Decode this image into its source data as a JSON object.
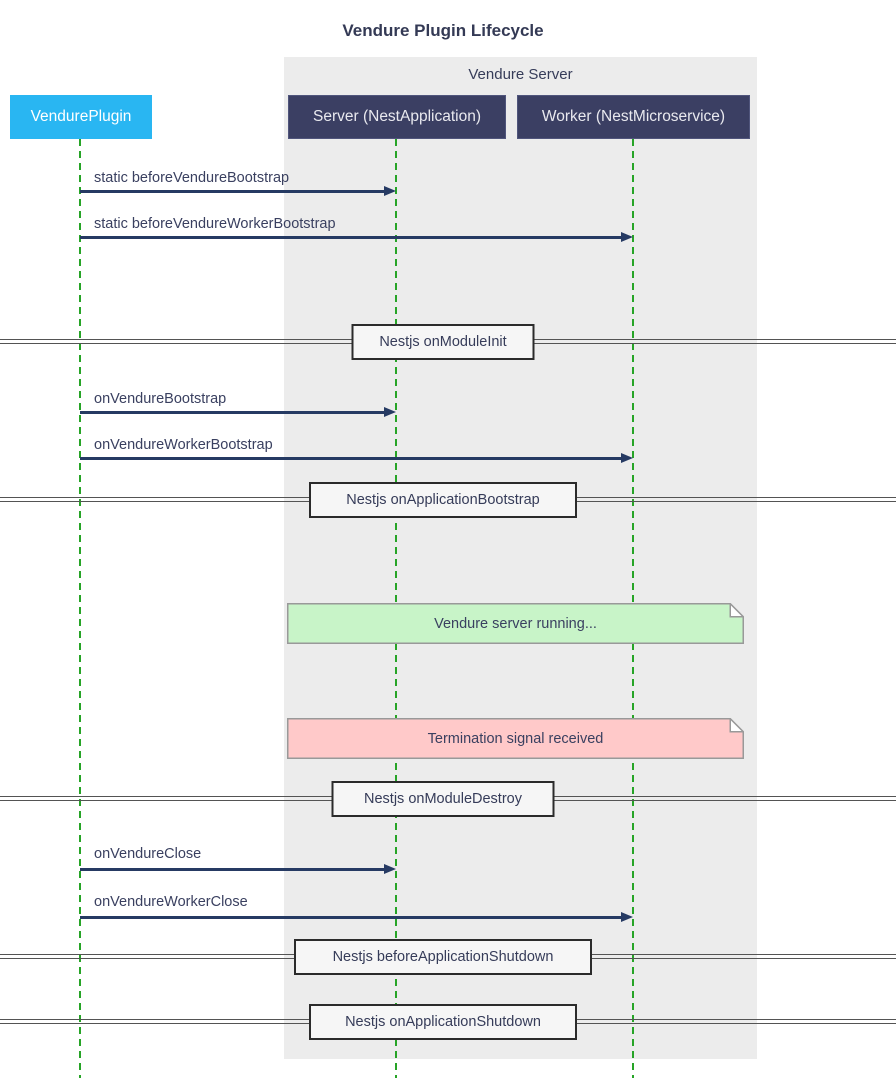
{
  "title": "Vendure Plugin Lifecycle",
  "group": {
    "label": "Vendure Server"
  },
  "actors": [
    {
      "label": "VendurePlugin"
    },
    {
      "label": "Server (NestApplication)"
    },
    {
      "label": "Worker (NestMicroservice)"
    }
  ],
  "messages": [
    {
      "label": "static beforeVendureBootstrap",
      "from": "VendurePlugin",
      "to": "Server (NestApplication)"
    },
    {
      "label": "static beforeVendureWorkerBootstrap",
      "from": "VendurePlugin",
      "to": "Worker (NestMicroservice)"
    },
    {
      "label": "onVendureBootstrap",
      "from": "VendurePlugin",
      "to": "Server (NestApplication)"
    },
    {
      "label": "onVendureWorkerBootstrap",
      "from": "VendurePlugin",
      "to": "Worker (NestMicroservice)"
    },
    {
      "label": "onVendureClose",
      "from": "VendurePlugin",
      "to": "Server (NestApplication)"
    },
    {
      "label": "onVendureWorkerClose",
      "from": "VendurePlugin",
      "to": "Worker (NestMicroservice)"
    }
  ],
  "dividers": [
    {
      "label": "Nestjs onModuleInit"
    },
    {
      "label": "Nestjs onApplicationBootstrap"
    },
    {
      "label": "Nestjs onModuleDestroy"
    },
    {
      "label": "Nestjs beforeApplicationShutdown"
    },
    {
      "label": "Nestjs onApplicationShutdown"
    }
  ],
  "notes": [
    {
      "label": "Vendure server running...",
      "color": "green"
    },
    {
      "label": "Termination signal received",
      "color": "red"
    }
  ],
  "colors": {
    "plugin_actor_bg": "#29b6f2",
    "dark_actor_bg": "#3b3f63",
    "group_bg": "#ececec",
    "lifeline_green": "#27a427",
    "arrow_navy": "#263a63",
    "text_navy": "#3a4060",
    "note_running_bg": "#c8f4c8",
    "note_termination_bg": "#ffc9c9",
    "note_border": "#999999"
  }
}
